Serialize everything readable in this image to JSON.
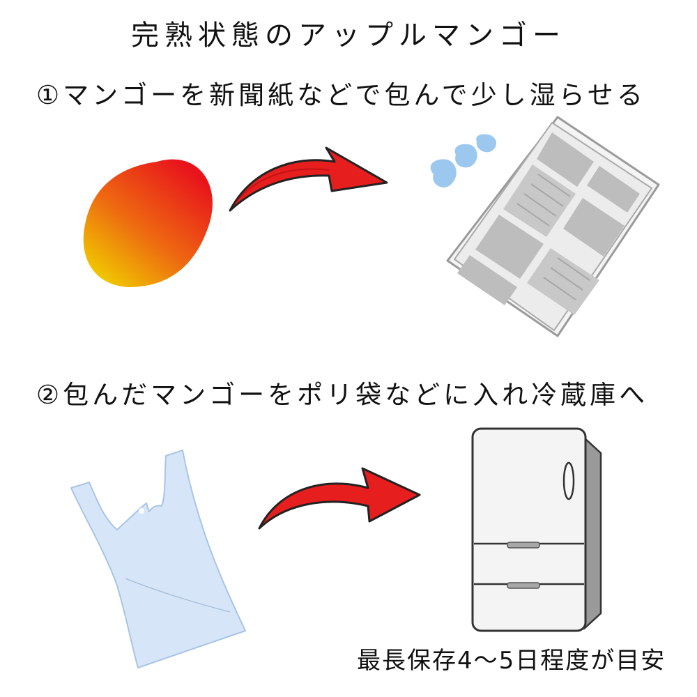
{
  "title": "完熟状態のアップルマンゴー",
  "steps": [
    {
      "text": "①マンゴーを新聞紙などで包んで少し湿らせる"
    },
    {
      "text": "②包んだマンゴーをポリ袋などに入れ冷蔵庫へ"
    }
  ],
  "note": "最長保存4〜5日程度が目安",
  "colors": {
    "mango_top": "#e8141c",
    "mango_bottom": "#f0c800",
    "arrow": "#e61e1e",
    "water": "#9cc8ef",
    "newspaper": "#bdbdbd",
    "bag": "#d6e6f8",
    "fridge": "#f2f2f2"
  },
  "icons": [
    "mango-icon",
    "arrow-icon",
    "water-drops-icon",
    "newspaper-icon",
    "plastic-bag-icon",
    "refrigerator-icon"
  ]
}
